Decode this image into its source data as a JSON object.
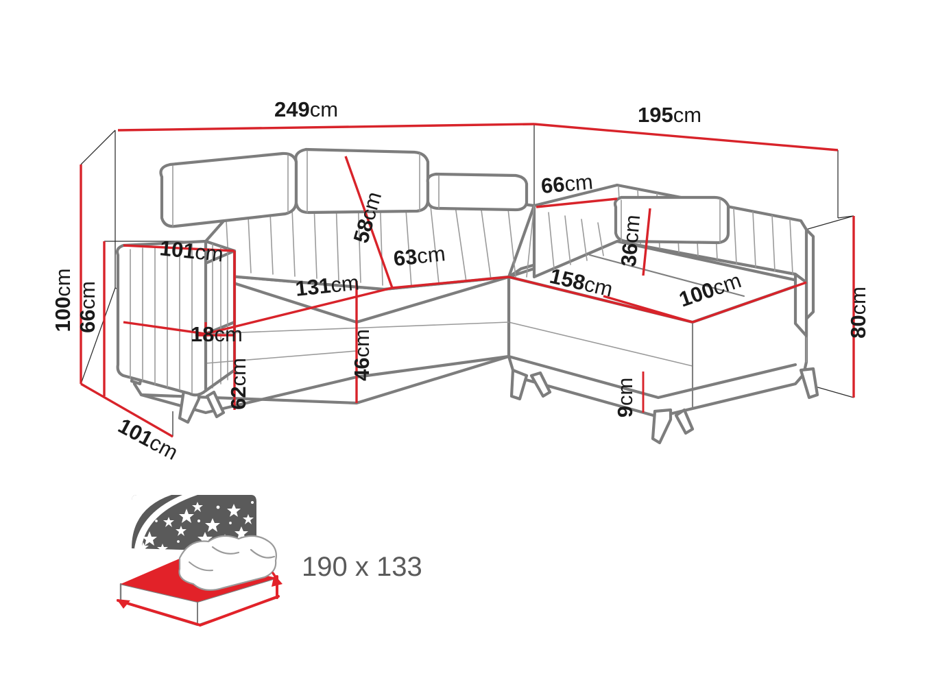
{
  "product": {
    "type": "corner-sofa-bed-dimension-drawing",
    "unit_suffix": "cm"
  },
  "colors": {
    "dimension_red": "#D8232A",
    "outline_gray": "#7D7D7D",
    "detail_gray": "#8C8C8C",
    "thin_black": "#1A1A1A",
    "text_black": "#1A1A1A",
    "icon_gray": "#5A5A5A",
    "mattress_red": "#E22229",
    "background": "#FFFFFF"
  },
  "dimensions": {
    "overall_width_left": {
      "value": "249",
      "unit": "cm",
      "label": "249cm"
    },
    "overall_width_right": {
      "value": "195",
      "unit": "cm",
      "label": "195cm"
    },
    "overall_height_left": {
      "value": "100",
      "unit": "cm",
      "label": "100cm"
    },
    "backrest_height_left": {
      "value": "66",
      "unit": "cm",
      "label": "66cm"
    },
    "overall_depth_left": {
      "value": "101",
      "unit": "cm",
      "label": "101cm"
    },
    "seat_depth_left": {
      "value": "101",
      "unit": "cm",
      "label": "101cm"
    },
    "headrest_height": {
      "value": "58",
      "unit": "cm",
      "label": "58cm"
    },
    "corner_seat_depth": {
      "value": "63",
      "unit": "cm",
      "label": "63cm"
    },
    "seat_width_left": {
      "value": "131",
      "unit": "cm",
      "label": "131cm"
    },
    "armrest_height": {
      "value": "18",
      "unit": "cm",
      "label": "18cm"
    },
    "base_height_left": {
      "value": "62",
      "unit": "cm",
      "label": "62cm"
    },
    "seat_height": {
      "value": "46",
      "unit": "cm",
      "label": "46cm"
    },
    "backrest_width_right": {
      "value": "66",
      "unit": "cm",
      "label": "66cm"
    },
    "backrest_height_right": {
      "value": "36",
      "unit": "cm",
      "label": "36cm"
    },
    "chaise_length": {
      "value": "158",
      "unit": "cm",
      "label": "158cm"
    },
    "chaise_depth": {
      "value": "100",
      "unit": "cm",
      "label": "100cm"
    },
    "overall_height_right": {
      "value": "80",
      "unit": "cm",
      "label": "80cm"
    },
    "leg_height": {
      "value": "9",
      "unit": "cm",
      "label": "9cm"
    }
  },
  "sleeping_area": {
    "label": "190 x 133",
    "width": "190",
    "length": "133",
    "icon_name": "night-sky-bed-icon"
  }
}
